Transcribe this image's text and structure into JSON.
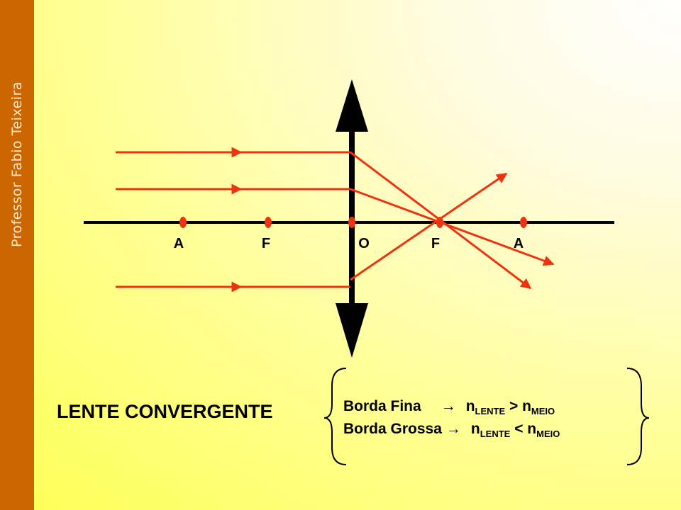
{
  "author": "Professor Fabio Teixeira",
  "points": [
    "A",
    "F",
    "O",
    "F",
    "A"
  ],
  "title": "LENTE CONVERGENTE",
  "rules": [
    {
      "text": "Borda Fina",
      "arrow": "→",
      "n1": "n",
      "sub1": "LENTE",
      "op": ">",
      "n2": "n",
      "sub2": "MEIO"
    },
    {
      "text": "Borda Grossa",
      "arrow": "→",
      "n1": "n",
      "sub1": "LENTE",
      "op": "<",
      "n2": "n",
      "sub2": "MEIO"
    }
  ],
  "colors": {
    "sidebar": "#cc6600",
    "ray": "#ee3311",
    "lens": "#000000",
    "point": "#ee3311"
  }
}
